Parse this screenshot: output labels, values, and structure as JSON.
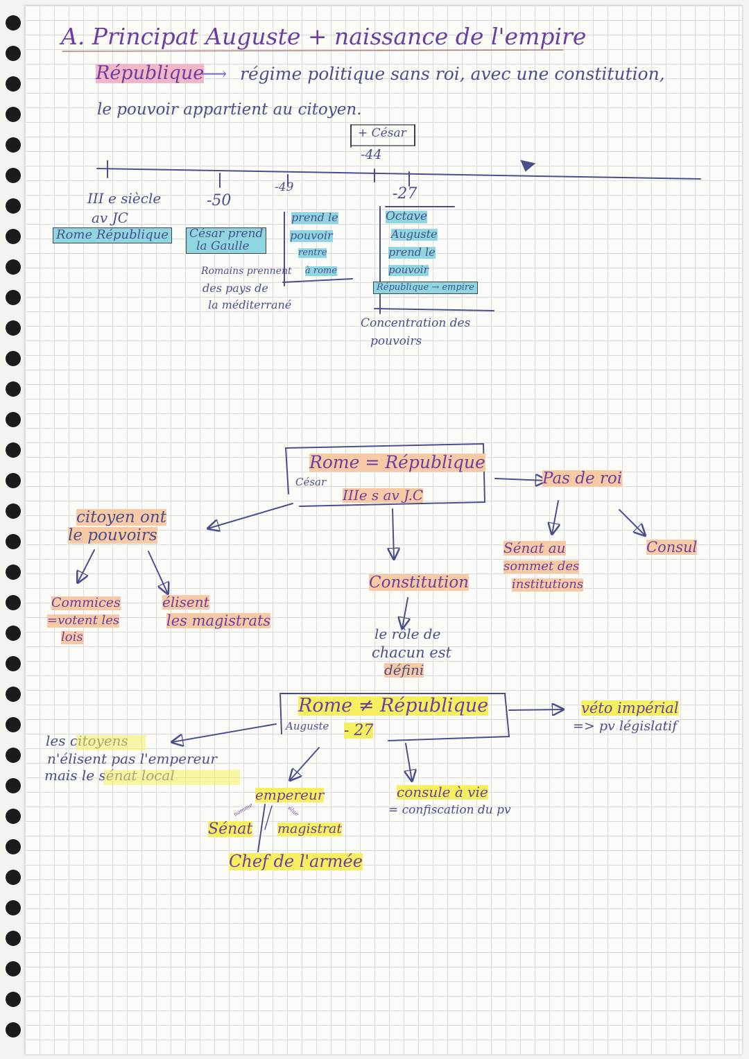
{
  "title": "A. Principat Auguste + naissance de l'empire",
  "definition": {
    "term": "République",
    "line1": "régime politique sans roi, avec une constitution,",
    "line2": "le pouvoir appartient au citoyen."
  },
  "timeline": {
    "top_box": "+ César",
    "top_date": "-44",
    "dates": [
      "III e siècle",
      "av JC",
      "-50",
      "-49",
      "-27"
    ],
    "events": {
      "rome_republique": "Rome République",
      "cesar_gaule_1": "César prend",
      "cesar_gaule_2": "la Gaulle",
      "romains_1": "Romains prennent",
      "romains_2": "des pays de",
      "romains_3": "la méditerrané",
      "prend_1": "prend le",
      "prend_2": "pouvoir",
      "prend_3": "rentre",
      "prend_4": "à rome",
      "octave_1": "Octave",
      "octave_2": "Auguste",
      "octave_3": "prend le",
      "octave_4": "pouvoir",
      "octave_5": "République → empire",
      "concentration_1": "Concentration des",
      "concentration_2": "pouvoirs"
    }
  },
  "diagram1": {
    "center_title": "Rome = République",
    "center_side": "César",
    "center_date": "IIIe s av J.C",
    "left_1": "citoyen ont",
    "left_2": "le pouvoirs",
    "comices_1": "Commices",
    "comices_2": "=votent les",
    "comices_3": "lois",
    "elisent_1": "élisent",
    "elisent_2": "les magistrats",
    "constitution": "Constitution",
    "role_1": "le rôle de",
    "role_2": "chacun est",
    "role_3": "défini",
    "pas_de_roi": "Pas de roi",
    "senat_1": "Sénat au",
    "senat_2": "sommet des",
    "senat_3": "institutions",
    "consul": "Consul"
  },
  "diagram2": {
    "center_title": "Rome ≠ République",
    "center_side": "Auguste",
    "center_date": "- 27",
    "left_1": "les citoyens",
    "left_2": "n'élisent pas l'empereur",
    "left_3": "mais le sénat local",
    "veto_1": "véto impérial",
    "veto_2": "=> pv législatif",
    "consul_1": "consule à vie",
    "consul_2": "= confiscation du pv",
    "empereur": "empereur",
    "senat": "Sénat",
    "magistrat": "magistrat",
    "chef": "Chef de l'armée",
    "small_1": "nomme",
    "small_2": "élue"
  },
  "colors": {
    "ink_blue": "#4a4f8c",
    "ink_purple": "#6b3fa0",
    "highlight_blue": "#8fd6e0",
    "highlight_orange": "#f7c9a5",
    "highlight_yellow": "#f6f060",
    "highlight_pink": "#f1b7c7"
  }
}
